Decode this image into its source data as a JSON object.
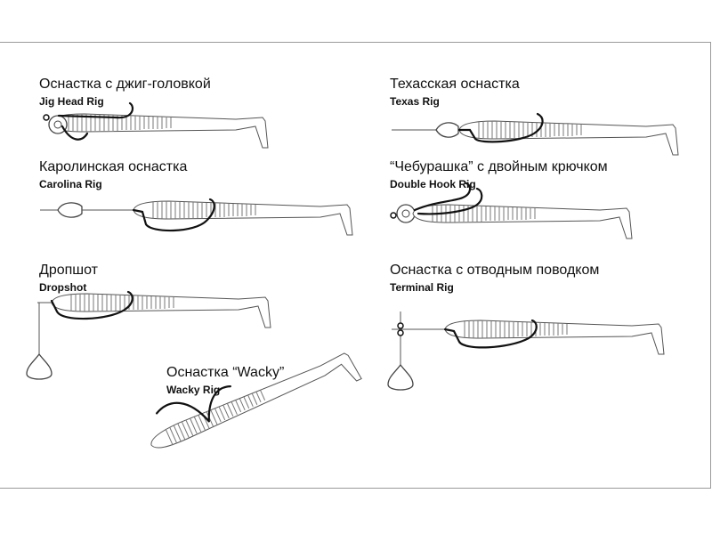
{
  "rigs": [
    {
      "id": "jig-head",
      "title": "Оснастка с джиг-головкой",
      "subtitle": "Jig Head Rig"
    },
    {
      "id": "texas",
      "title": "Техасская оснастка",
      "subtitle": "Texas Rig"
    },
    {
      "id": "carolina",
      "title": "Каролинская оснастка",
      "subtitle": "Carolina Rig"
    },
    {
      "id": "double-hook",
      "title": "“Чебурашка” с двойным крючком",
      "subtitle": "Double Hook Rig"
    },
    {
      "id": "dropshot",
      "title": "Дропшот",
      "subtitle": "Dropshot"
    },
    {
      "id": "terminal",
      "title": "Оснастка с отводным поводком",
      "subtitle": "Terminal Rig"
    },
    {
      "id": "wacky",
      "title": "Оснастка “Wacky”",
      "subtitle": "Wacky Rig"
    }
  ],
  "colors": {
    "hook": "#111111",
    "outline": "#555555",
    "background": "#ffffff",
    "frame": "#9a9a9a"
  }
}
